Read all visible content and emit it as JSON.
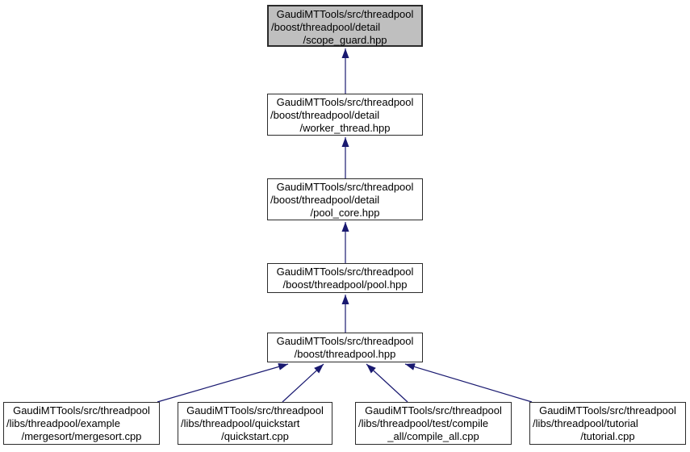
{
  "colors": {
    "background": "#ffffff",
    "node_fill": "#ffffff",
    "node_border": "#2b2b2b",
    "highlight_fill": "#bfbfbf",
    "edge": "#191970",
    "text": "#000000"
  },
  "graph": {
    "type": "include-dependency-graph",
    "nodes": [
      {
        "id": "scope_guard",
        "highlighted": true,
        "lines": [
          "GaudiMTTools/src/threadpool",
          "/boost/threadpool/detail",
          "/scope_guard.hpp"
        ]
      },
      {
        "id": "worker_thread",
        "highlighted": false,
        "lines": [
          "GaudiMTTools/src/threadpool",
          "/boost/threadpool/detail",
          "/worker_thread.hpp"
        ]
      },
      {
        "id": "pool_core",
        "highlighted": false,
        "lines": [
          "GaudiMTTools/src/threadpool",
          "/boost/threadpool/detail",
          "/pool_core.hpp"
        ]
      },
      {
        "id": "pool_hpp",
        "highlighted": false,
        "lines": [
          "GaudiMTTools/src/threadpool",
          "/boost/threadpool/pool.hpp"
        ]
      },
      {
        "id": "threadpool_hpp",
        "highlighted": false,
        "lines": [
          "GaudiMTTools/src/threadpool",
          "/boost/threadpool.hpp"
        ]
      },
      {
        "id": "mergesort",
        "highlighted": false,
        "lines": [
          "GaudiMTTools/src/threadpool",
          "/libs/threadpool/example",
          "/mergesort/mergesort.cpp"
        ]
      },
      {
        "id": "quickstart",
        "highlighted": false,
        "lines": [
          "GaudiMTTools/src/threadpool",
          "/libs/threadpool/quickstart",
          "/quickstart.cpp"
        ]
      },
      {
        "id": "compile_all",
        "highlighted": false,
        "lines": [
          "GaudiMTTools/src/threadpool",
          "/libs/threadpool/test/compile",
          "_all/compile_all.cpp"
        ]
      },
      {
        "id": "tutorial",
        "highlighted": false,
        "lines": [
          "GaudiMTTools/src/threadpool",
          "/libs/threadpool/tutorial",
          "/tutorial.cpp"
        ]
      }
    ],
    "edges": [
      {
        "from": "worker_thread",
        "to": "scope_guard"
      },
      {
        "from": "pool_core",
        "to": "worker_thread"
      },
      {
        "from": "pool_hpp",
        "to": "pool_core"
      },
      {
        "from": "threadpool_hpp",
        "to": "pool_hpp"
      },
      {
        "from": "mergesort",
        "to": "threadpool_hpp"
      },
      {
        "from": "quickstart",
        "to": "threadpool_hpp"
      },
      {
        "from": "compile_all",
        "to": "threadpool_hpp"
      },
      {
        "from": "tutorial",
        "to": "threadpool_hpp"
      }
    ]
  }
}
